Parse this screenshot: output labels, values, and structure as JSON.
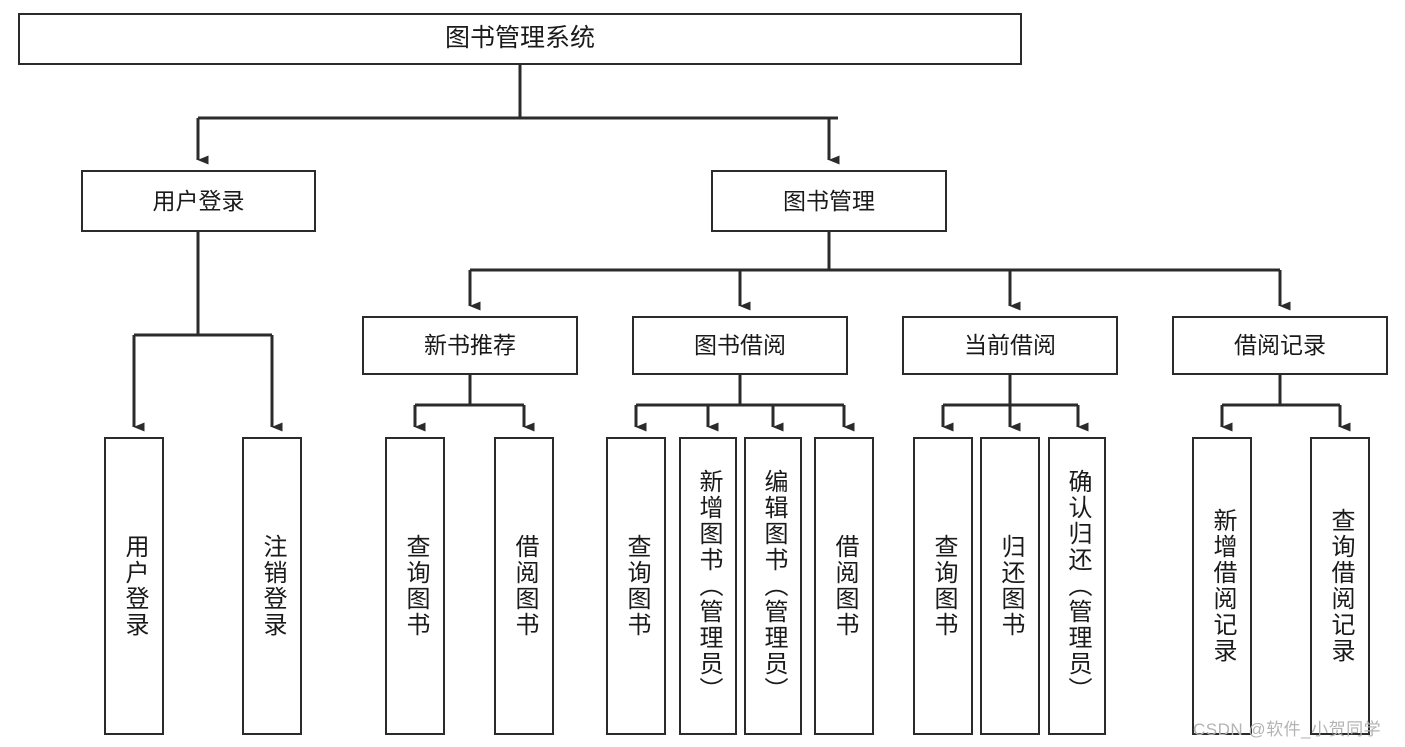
{
  "diagram": {
    "title": "图书管理系统",
    "type": "tree-hierarchy",
    "watermark": "CSDN @软件_小贺同学",
    "colors": {
      "background": "#ffffff",
      "box_border": "#2b2b2b",
      "box_fill": "#ffffff",
      "text": "#1a1a1a",
      "connector": "#2b2b2b",
      "watermark": "#b4b4b4"
    },
    "nodes": {
      "root": {
        "label": "图书管理系统"
      },
      "level2": [
        {
          "label": "用户登录"
        },
        {
          "label": "图书管理"
        }
      ],
      "level3": [
        {
          "label": "新书推荐"
        },
        {
          "label": "图书借阅"
        },
        {
          "label": "当前借阅"
        },
        {
          "label": "借阅记录"
        }
      ],
      "leaves": {
        "user_login": [
          {
            "label": "用户登录"
          },
          {
            "label": "注销登录"
          }
        ],
        "new_book_recommend": [
          {
            "label": "查询图书"
          },
          {
            "label": "借阅图书"
          }
        ],
        "book_borrow": [
          {
            "label": "查询图书"
          },
          {
            "label": "新增图书（管理员）"
          },
          {
            "label": "编辑图书（管理员）"
          },
          {
            "label": "借阅图书"
          }
        ],
        "current_borrow": [
          {
            "label": "查询图书"
          },
          {
            "label": "归还图书"
          },
          {
            "label": "确认归还（管理员）"
          }
        ],
        "borrow_record": [
          {
            "label": "新增借阅记录"
          },
          {
            "label": "查询借阅记录"
          }
        ]
      }
    }
  }
}
